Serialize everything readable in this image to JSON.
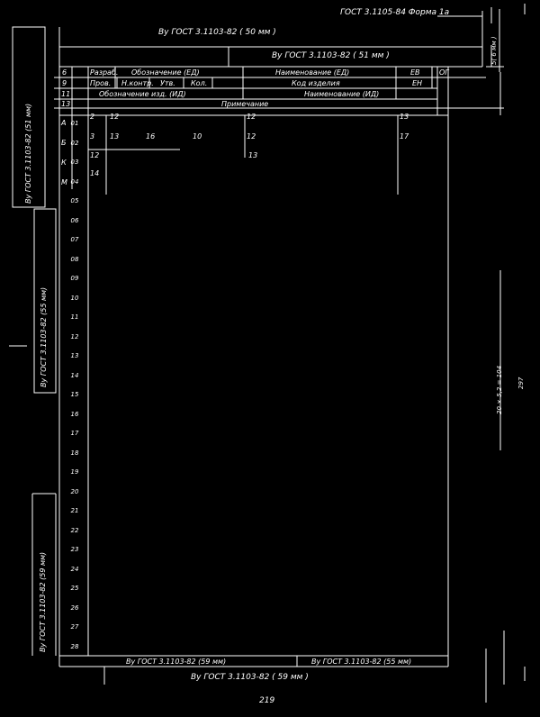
{
  "header": {
    "form_title": "ГОСТ 3.1105-84  Форма 1а",
    "top_note": "Ву  ГОСТ 3.1103-82 ( 50 мм )",
    "upper_right_note": "Ву  ГОСТ 3.1103-82 ( 51 мм )",
    "right_box_note": "5( 6 мм )"
  },
  "left_margin": {
    "box1": "Ву  ГОСТ 3.1103-82 (51 мм)",
    "box2": "Ву  ГОСТ 3.1103-82 (55 мм)",
    "box3": "Ву  ГОСТ 3.1103-82 (59 мм)"
  },
  "table_head": {
    "row1": {
      "c0": "6",
      "c1": "Разраб.",
      "c2": "Обозначение  (ЕД)",
      "c3": "Наименование  (ЕД)",
      "c4": "ЕВ",
      "c5": "ОГ"
    },
    "row2": {
      "c0": "9",
      "c1": "Пров.",
      "c2": "Н.контр.",
      "c3": "Утв.",
      "c4": "Кол.",
      "c5": "Код  изделия",
      "c6": "ЕН"
    },
    "row3": {
      "c0": "11",
      "c1": "Обозначение  изд.  (ИД)",
      "c2": "Наименование  (ИД)"
    },
    "row4": {
      "c0": "13",
      "c1": "Примечание"
    }
  },
  "row_numbers": [
    "01",
    "02",
    "03",
    "04",
    "05",
    "06",
    "07",
    "08",
    "09",
    "10",
    "11",
    "12",
    "13",
    "14",
    "15",
    "16",
    "17",
    "18",
    "19",
    "20",
    "21",
    "22",
    "23",
    "24",
    "25",
    "26",
    "27",
    "28"
  ],
  "row_side_letters": [
    "А",
    "Б",
    "К",
    "М"
  ],
  "cell_labels": {
    "r01_a": "2",
    "r01_b": "12",
    "r01_c": "12",
    "r01_d": "13",
    "r02_a": "3",
    "r02_b": "13",
    "r02_c": "16",
    "r02_d": "10",
    "r02_e": "12",
    "r02_f": "17",
    "r03_a": "12",
    "r03_b": "13",
    "r04_a": "14"
  },
  "footer": {
    "note_left": "Ву  ГОСТ 3.1103-82  (59 мм)",
    "note_right": "Ву  ГОСТ 3.1103-82  (55 мм)",
    "note_bottom": "Ву  ГОСТ 3.1103-82 ( 59 мм )",
    "page_number": "219"
  },
  "right_margin": {
    "dims": "20 × 5,2 = 104",
    "dims2": "297"
  }
}
